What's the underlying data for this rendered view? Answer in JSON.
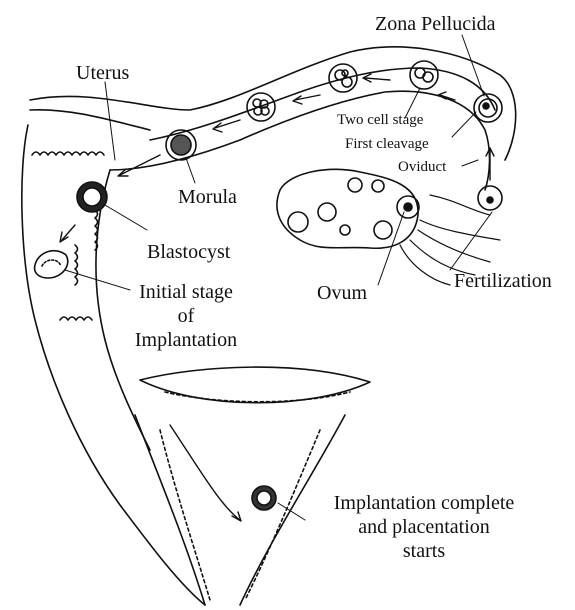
{
  "labels": {
    "zona_pellucida": "Zona Pellucida",
    "uterus": "Uterus",
    "two_cell_stage": "Two cell stage",
    "first_cleavage": "First cleavage",
    "oviduct": "Oviduct",
    "morula": "Morula",
    "blastocyst": "Blastocyst",
    "fertilization": "Fertilization",
    "ovum": "Ovum",
    "initial_stage": [
      "Initial stage",
      "of",
      "Implantation"
    ],
    "implantation_complete": [
      "Implantation complete",
      "and placentation",
      "starts"
    ]
  },
  "colors": {
    "ink": "#111111",
    "background": "#ffffff"
  }
}
